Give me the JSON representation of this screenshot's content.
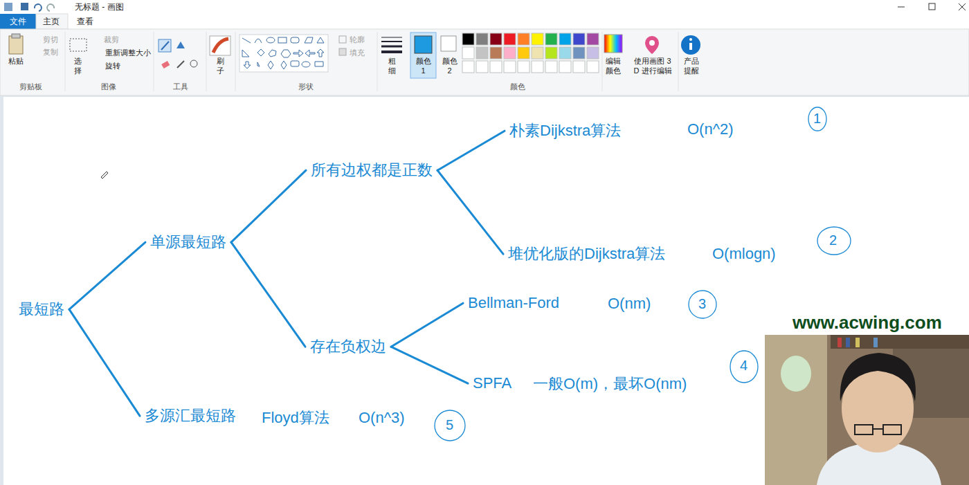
{
  "diagram": {
    "nodes": [
      {
        "text": [
          "最短路"
        ]
      },
      {
        "text": [
          "单源最短路"
        ]
      },
      {
        "text": [
          "所有边权都是正数"
        ]
      },
      {
        "text": [
          "朴素Dijkstra算法"
        ]
      },
      {
        "text": [
          "堆优化版的Dijkstra算法"
        ]
      },
      {
        "text": [
          "存在负权边"
        ]
      },
      {
        "text": [
          "Bellman-Ford"
        ]
      },
      {
        "text": [
          "SPFA"
        ]
      },
      {
        "text": [
          "多源汇最短路"
        ]
      }
    ],
    "edges": [
      {
        "from": 0,
        "to": 1,
        "arrow": "none"
      },
      {
        "from": 0,
        "to": 8,
        "arrow": "none"
      },
      {
        "from": 1,
        "to": 2,
        "arrow": "none"
      },
      {
        "from": 1,
        "to": 5,
        "arrow": "none"
      },
      {
        "from": 2,
        "to": 3,
        "arrow": "none"
      },
      {
        "from": 2,
        "to": 4,
        "arrow": "none"
      },
      {
        "from": 5,
        "to": 6,
        "arrow": "none"
      },
      {
        "from": 5,
        "to": 7,
        "arrow": "none"
      }
    ],
    "labels": [
      "无标题 - 画图",
      "文件",
      "主页",
      "查看",
      "粘贴",
      "剪切",
      "复制",
      "选择",
      "裁剪",
      "重新调整大小",
      "旋转",
      "刷子",
      "轮廓",
      "填充",
      "粗细",
      "颜色 1",
      "颜色 2",
      "编辑颜色",
      "使用画图 3 D 进行编辑",
      "产品提醒",
      "剪贴板",
      "图像",
      "工具",
      "形状",
      "颜色",
      "O(n^2)",
      "O(mlogn)",
      "O(nm)",
      "一般O(m)，最坏O(nm)",
      "Floyd算法",
      "O(n^3)",
      "1",
      "2",
      "3",
      "4",
      "5",
      "www.acwing.com"
    ]
  }
}
